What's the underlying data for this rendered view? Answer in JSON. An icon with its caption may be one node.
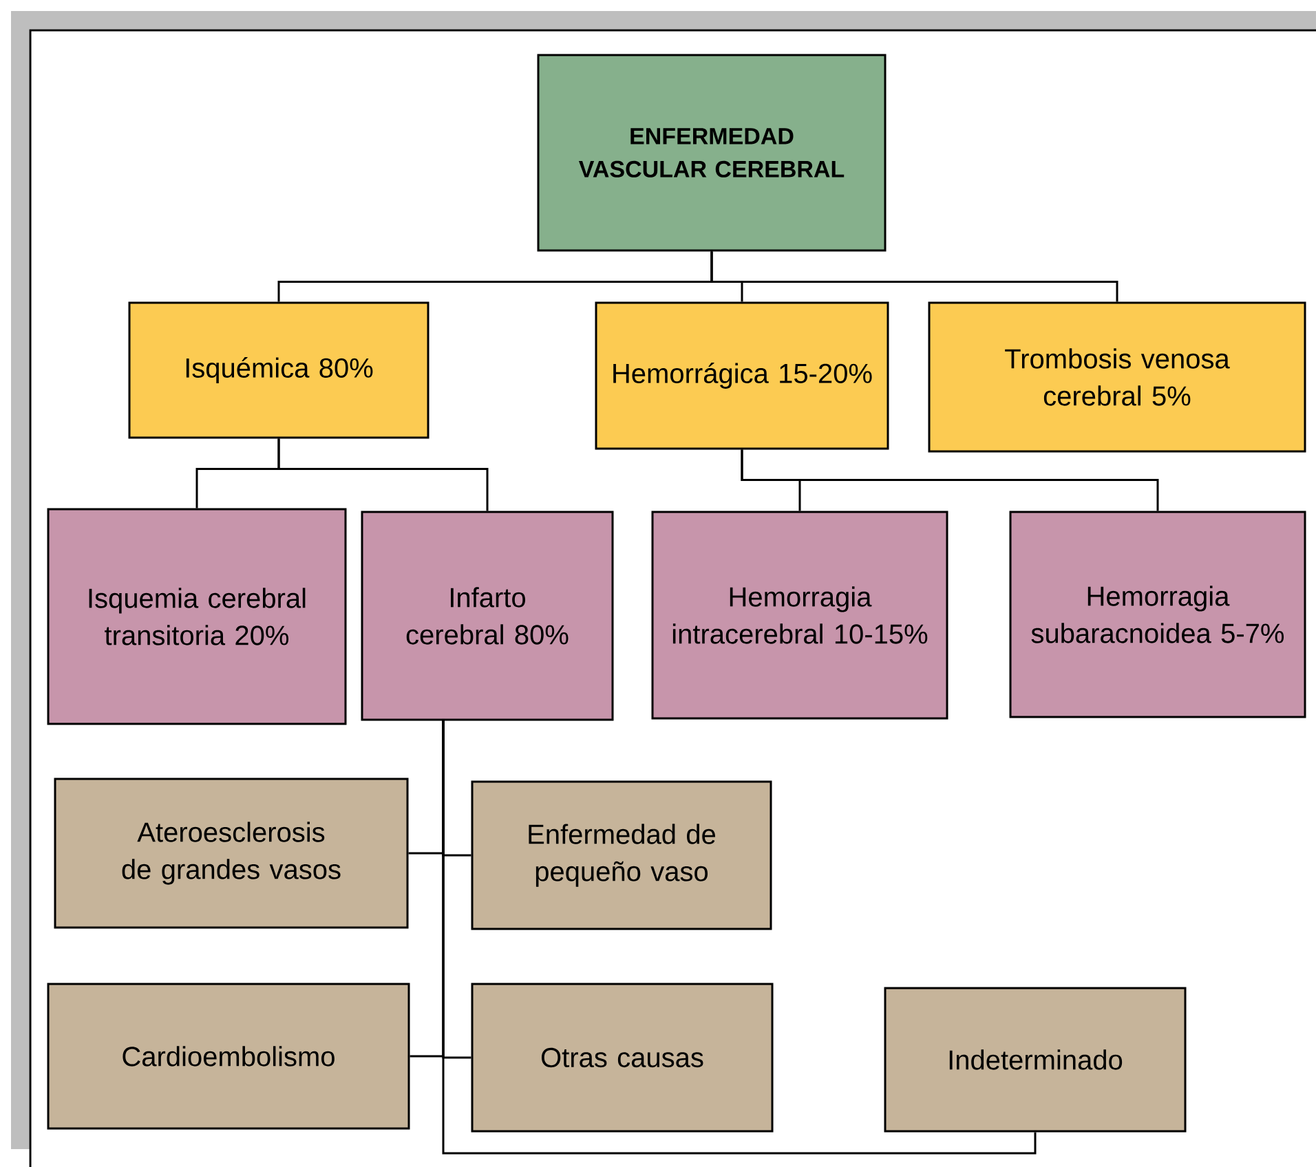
{
  "diagram": {
    "nodes": [
      {
        "text": [
          "ENFERMEDAD VASCULAR CEREBRAL"
        ]
      },
      {
        "text": [
          "Isquémica 80%"
        ]
      },
      {
        "text": [
          "Hemorrágica 15-20%"
        ]
      },
      {
        "text": [
          "Trombosis venosa cerebral 5%"
        ]
      },
      {
        "text": [
          "Isquemia cerebral transitoria 20%"
        ]
      },
      {
        "text": [
          "Infarto cerebral 80%"
        ]
      },
      {
        "text": [
          "Hemorragia intracerebral 10-15%"
        ]
      },
      {
        "text": [
          "Hemorragia subaracnoidea 5-7%"
        ]
      },
      {
        "text": [
          "Ateroesclerosis de grandes vasos"
        ]
      },
      {
        "text": [
          "Enfermedad de pequeño vaso"
        ]
      },
      {
        "text": [
          "Cardioembolismo"
        ]
      },
      {
        "text": [
          "Otras causas"
        ]
      },
      {
        "text": [
          "Indeterminado"
        ]
      }
    ],
    "edges": [
      {
        "from": 0,
        "to": 1,
        "arrow": "none"
      },
      {
        "from": 0,
        "to": 2,
        "arrow": "none"
      },
      {
        "from": 0,
        "to": 3,
        "arrow": "none"
      },
      {
        "from": 1,
        "to": 4,
        "arrow": "none"
      },
      {
        "from": 1,
        "to": 5,
        "arrow": "none"
      },
      {
        "from": 2,
        "to": 6,
        "arrow": "none"
      },
      {
        "from": 2,
        "to": 7,
        "arrow": "none"
      },
      {
        "from": 5,
        "to": 8,
        "arrow": "none"
      },
      {
        "from": 5,
        "to": 9,
        "arrow": "none"
      },
      {
        "from": 5,
        "to": 10,
        "arrow": "none"
      },
      {
        "from": 5,
        "to": 11,
        "arrow": "none"
      },
      {
        "from": 5,
        "to": 12,
        "arrow": "none"
      }
    ]
  }
}
